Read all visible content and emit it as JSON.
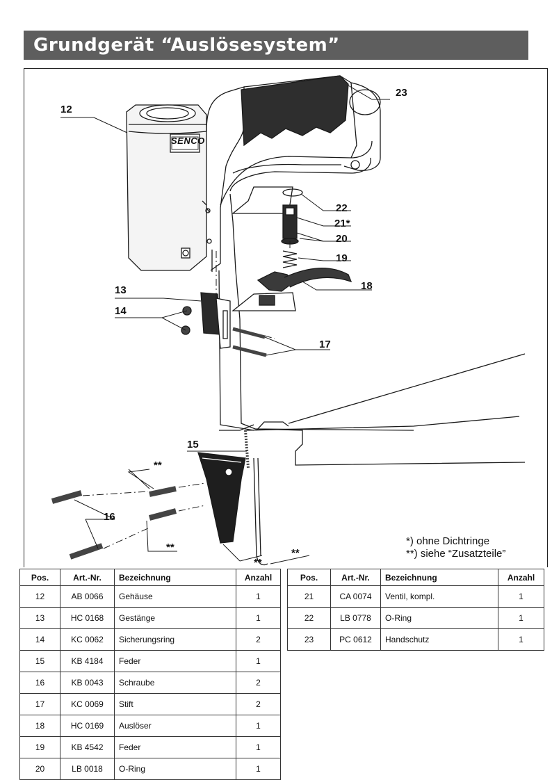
{
  "title": "Grundgerät “Auslösesystem”",
  "brand_logo": "SENCO",
  "callouts": {
    "c12": "12",
    "c13": "13",
    "c14": "14",
    "c15": "15",
    "c16": "16",
    "c17": "17",
    "c18": "18",
    "c19": "19",
    "c20": "20",
    "c21": "21*",
    "c22": "22",
    "c23": "23",
    "star_a": "**",
    "star_b": "**",
    "star_c": "**",
    "star_d": "**"
  },
  "footnotes": {
    "single": "*) ohne Dichtringe",
    "double": "**) siehe “Zusatzteile”"
  },
  "table_headers": [
    "Pos.",
    "Art.-Nr.",
    "Bezeichnung",
    "Anzahl"
  ],
  "parts_left": [
    {
      "pos": "12",
      "art": "AB 0066",
      "name": "Gehäuse",
      "qty": "1"
    },
    {
      "pos": "13",
      "art": "HC 0168",
      "name": "Gestänge",
      "qty": "1"
    },
    {
      "pos": "14",
      "art": "KC 0062",
      "name": "Sicherungsring",
      "qty": "2"
    },
    {
      "pos": "15",
      "art": "KB 4184",
      "name": "Feder",
      "qty": "1"
    },
    {
      "pos": "16",
      "art": "KB 0043",
      "name": "Schraube",
      "qty": "2"
    },
    {
      "pos": "17",
      "art": "KC 0069",
      "name": "Stift",
      "qty": "2"
    },
    {
      "pos": "18",
      "art": "HC 0169",
      "name": "Auslöser",
      "qty": "1"
    },
    {
      "pos": "19",
      "art": "KB 4542",
      "name": "Feder",
      "qty": "1"
    },
    {
      "pos": "20",
      "art": "LB 0018",
      "name": "O-Ring",
      "qty": "1"
    }
  ],
  "parts_right": [
    {
      "pos": "21",
      "art": "CA 0074",
      "name": "Ventil, kompl.",
      "qty": "1"
    },
    {
      "pos": "22",
      "art": "LB 0778",
      "name": "O-Ring",
      "qty": "1"
    },
    {
      "pos": "23",
      "art": "PC 0612",
      "name": "Handschutz",
      "qty": "1"
    }
  ]
}
